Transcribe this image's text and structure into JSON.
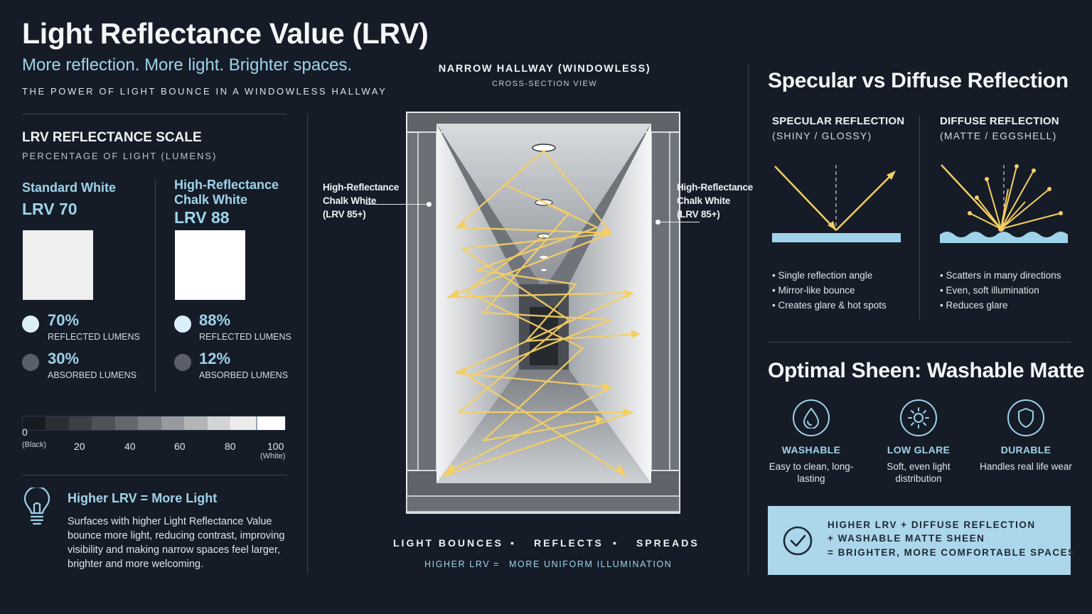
{
  "header": {
    "title": "Light Reflectance Value (LRV)",
    "subtitle": "More reflection. More light. Brighter spaces.",
    "tagline": "THE POWER OF LIGHT BOUNCE IN A WINDOWLESS HALLWAY"
  },
  "scale": {
    "title": "LRV REFLECTANCE SCALE",
    "subtitle": "PERCENTAGE OF LIGHT (LUMENS)",
    "standard": {
      "name": "Standard White",
      "lrv": "LRV 70",
      "swatch_color": "#efefef",
      "reflected_pct": "70%",
      "reflected_label": "REFLECTED LUMENS",
      "absorbed_pct": "30%",
      "absorbed_label": "ABSORBED LUMENS"
    },
    "high": {
      "name_line1": "High-Reflectance",
      "name_line2": "Chalk White",
      "lrv": "LRV 88",
      "swatch_color": "#ffffff",
      "reflected_pct": "88%",
      "reflected_label": "REFLECTED LUMENS",
      "absorbed_pct": "12%",
      "absorbed_label": "ABSORBED LUMENS"
    },
    "bar": {
      "ticks": [
        "0",
        "20",
        "40",
        "60",
        "80",
        "100"
      ],
      "black_label": "(Black)",
      "white_label": "(White)"
    }
  },
  "info": {
    "icon": "lightbulb-icon",
    "title": "Higher LRV = More Light",
    "body": "Surfaces with higher Light Reflectance Value bounce more light, reducing contrast, improving visibility and making narrow spaces feel larger, brighter and more welcoming."
  },
  "hallway": {
    "title": "NARROW HALLWAY (WINDOWLESS)",
    "subtitle": "CROSS-SECTION VIEW",
    "left_label": [
      "High-Reflectance",
      "Chalk White",
      "(LRV 85+)"
    ],
    "right_label": [
      "High-Reflectance",
      "Chalk White",
      "(LRV 85+)"
    ],
    "bottom_words": [
      "LIGHT BOUNCES",
      "•",
      "REFLECTS",
      "•",
      "SPREADS"
    ],
    "bottom_sub_left": "HIGHER LRV",
    "bottom_sub_eq": "=",
    "bottom_sub_right": "MORE UNIFORM ILLUMINATION"
  },
  "reflection": {
    "title": "Specular vs Diffuse Reflection",
    "specular": {
      "title": "SPECULAR REFLECTION",
      "sub": "(SHINY / GLOSSY)",
      "bullets": [
        "• Single reflection angle",
        "• Mirror-like bounce",
        "• Creates glare & hot spots"
      ]
    },
    "diffuse": {
      "title": "DIFFUSE REFLECTION",
      "sub": "(MATTE / EGGSHELL)",
      "bullets": [
        "• Scatters in many directions",
        "• Even, soft illumination",
        "• Reduces glare"
      ]
    }
  },
  "sheen": {
    "title": "Optimal Sheen: Washable Matte",
    "features": [
      {
        "icon": "water-drop-icon",
        "title": "WASHABLE",
        "desc": "Easy to clean, long-lasting"
      },
      {
        "icon": "sun-icon",
        "title": "LOW GLARE",
        "desc": "Soft, even light distribution"
      },
      {
        "icon": "shield-icon",
        "title": "DURABLE",
        "desc": "Handles real life wear"
      }
    ]
  },
  "callout": {
    "icon": "check-circle-icon",
    "lines": [
      "HIGHER LRV + DIFFUSE REFLECTION",
      "+ WASHABLE MATTE SHEEN",
      "= BRIGHTER, MORE COMFORTABLE SPACES"
    ]
  },
  "colors": {
    "background": "#151c27",
    "accent": "#9fd3ea",
    "light_ray": "#f6cf63",
    "callout_bg": "#acd6ea"
  }
}
